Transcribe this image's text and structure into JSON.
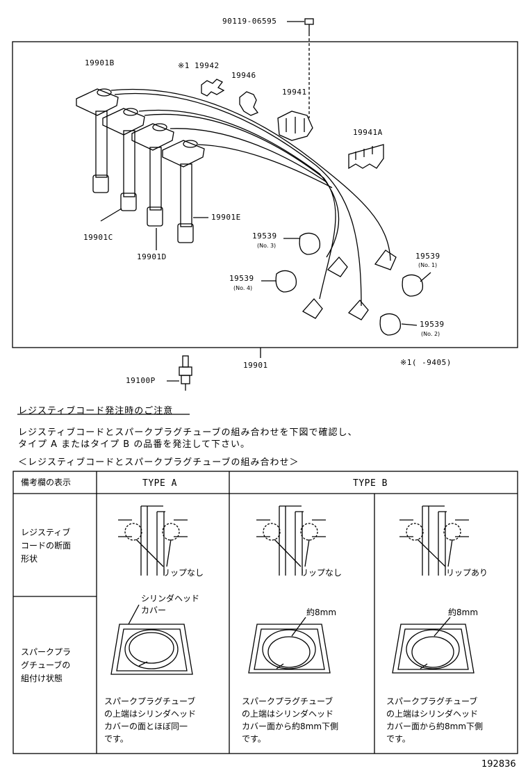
{
  "diagram": {
    "top_bolt": "90119-06595",
    "parts": {
      "p19901B": "19901B",
      "p19942": "※1 19942",
      "p19946": "19946",
      "p19941": "19941",
      "p19941A": "19941A",
      "p19901C": "19901C",
      "p19901D": "19901D",
      "p19901E": "19901E",
      "p19539_3": "19539",
      "no3": "(No. 3)",
      "p19539_4": "19539",
      "no4": "(No. 4)",
      "p19539_1": "19539",
      "no1": "(No. 1)",
      "p19539_2": "19539",
      "no2": "(No. 2)",
      "p19901": "19901",
      "note": "※1(     -9405)",
      "p19100P": "19100P"
    }
  },
  "notice": {
    "heading": "レジスティブコード発注時のご注意",
    "line1": "レジスティブコードとスパークプラグチューブの組み合わせを下図で確認し、",
    "line2": "タイプ A またはタイプ B の品番を発注して下さい。",
    "subheading": "＜レジスティブコードとスパークプラグチューブの組み合わせ＞"
  },
  "table": {
    "col_header": "備考欄の表示",
    "type_a": "TYPE  A",
    "type_b": "TYPE  B",
    "row1_label": [
      "レジスティブ",
      "コードの断面",
      "形状"
    ],
    "row2_label": [
      "スパークプラ",
      "グチューブの",
      "組付け状態"
    ],
    "lip_none_a": "リップなし",
    "lip_none_b": "リップなし",
    "lip_yes": "リップあり",
    "cyl_head": [
      "シリンダヘッド",
      "カバー"
    ],
    "approx_b1": "約8mm",
    "approx_b2": "約8mm",
    "desc_a": [
      "スパークプラグチューブ",
      "の上端はシリンダヘッド",
      "カバーの面とほぼ同一",
      "です。"
    ],
    "desc_b1": [
      "スパークプラグチューブ",
      "の上端はシリンダヘッド",
      "カバー面から約8mm下側",
      "です。"
    ],
    "desc_b2": [
      "スパークプラグチューブ",
      "の上端はシリンダヘッド",
      "カバー面から約8mm下側",
      "です。"
    ]
  },
  "footer_id": "192836"
}
